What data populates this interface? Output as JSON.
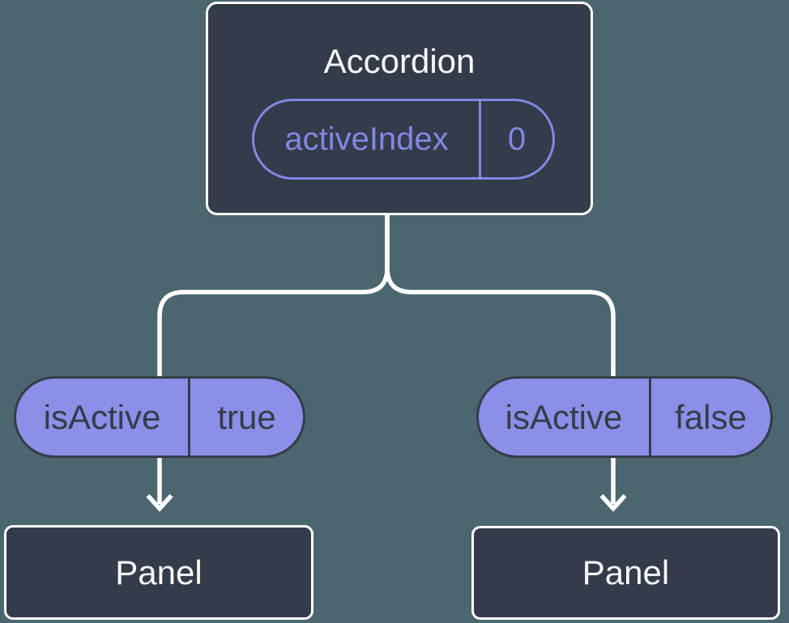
{
  "diagram": {
    "root": {
      "title": "Accordion",
      "prop": {
        "name": "activeIndex",
        "value": "0"
      }
    },
    "children": [
      {
        "prop": {
          "name": "isActive",
          "value": "true"
        },
        "panel": {
          "label": "Panel"
        }
      },
      {
        "prop": {
          "name": "isActive",
          "value": "false"
        },
        "panel": {
          "label": "Panel"
        }
      }
    ]
  },
  "colors": {
    "background": "#4c6670",
    "node_fill": "#343b4a",
    "node_border": "#ffffff",
    "accent_purple": "#8387e4",
    "pill_fill": "#8b8fe8",
    "dark_text": "#353c49",
    "light_text": "#f7f8fa",
    "connector": "#ffffff"
  }
}
